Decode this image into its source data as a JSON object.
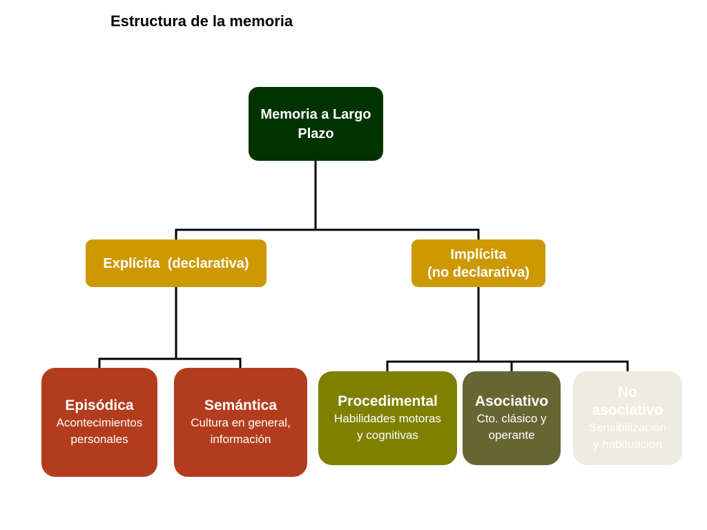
{
  "title": "Estructura de la memoria",
  "colors": {
    "connector": "#000000",
    "root_fill": "#003300",
    "root_text": "#ffffff",
    "mid_fill": "#cc9900",
    "mid_text": "#ffffff",
    "episodic_fill": "#b33c1e",
    "semantic_fill": "#b33c1e",
    "procedural_fill": "#7f7f00",
    "associative_fill": "#666633",
    "nonassoc_fill": "#eeebe0",
    "leaf_text": "#ffffff"
  },
  "nodes": {
    "root": {
      "lines": [
        "Memoria a Largo",
        "Plazo"
      ]
    },
    "explicit": {
      "lines": [
        "Explícita  (declarativa)"
      ]
    },
    "implicit": {
      "lines": [
        "Implícita",
        "(no declarativa)"
      ]
    },
    "episodic": {
      "title": "Episódica",
      "subtitle_lines": [
        "Acontecimientos",
        "personales"
      ]
    },
    "semantic": {
      "title": "Semántica",
      "subtitle_lines": [
        "Cultura en general,",
        "información"
      ]
    },
    "procedural": {
      "title": "Procedimental",
      "subtitle_lines": [
        "Habilidades motoras",
        "y cognitivas"
      ]
    },
    "associative": {
      "title": "Asociativo",
      "subtitle_lines": [
        "Cto. clásico y",
        "operante"
      ]
    },
    "nonassoc": {
      "title_lines": [
        "No",
        "asociativo"
      ],
      "subtitle_lines": [
        "Sensibilización",
        "y habituación"
      ]
    }
  }
}
